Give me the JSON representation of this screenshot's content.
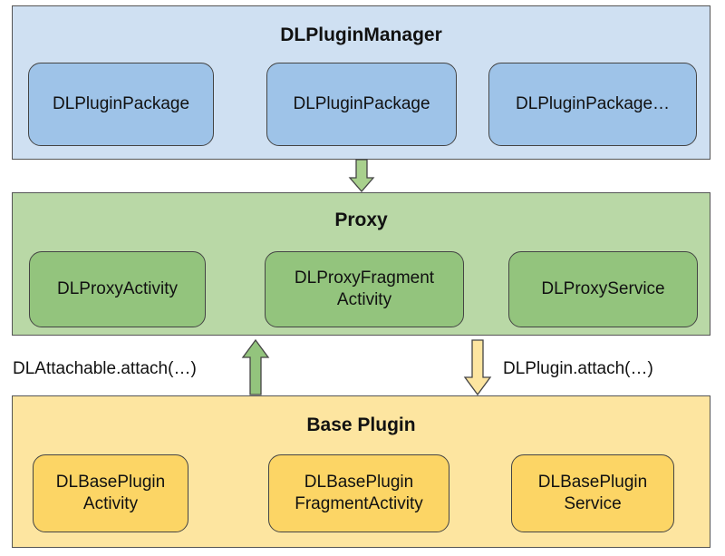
{
  "manager": {
    "title": "DLPluginManager",
    "packages": [
      "DLPluginPackage",
      "DLPluginPackage",
      "DLPluginPackage…"
    ]
  },
  "proxy": {
    "title": "Proxy",
    "components": [
      "DLProxyActivity",
      "DLProxyFragment\nActivity",
      "DLProxyService"
    ]
  },
  "base": {
    "title": "Base Plugin",
    "components": [
      "DLBasePlugin\nActivity",
      "DLBasePlugin\nFragmentActivity",
      "DLBasePlugin\nService"
    ]
  },
  "arrows": {
    "up_label": "DLAttachable.attach(…)",
    "down_label": "DLPlugin.attach(…)"
  },
  "colors": {
    "manager_bg": "#cfe0f2",
    "manager_box": "#9ec3e8",
    "proxy_bg": "#b9d8a6",
    "proxy_box": "#93c47d",
    "base_bg": "#fde5a0",
    "base_box": "#fcd565"
  }
}
